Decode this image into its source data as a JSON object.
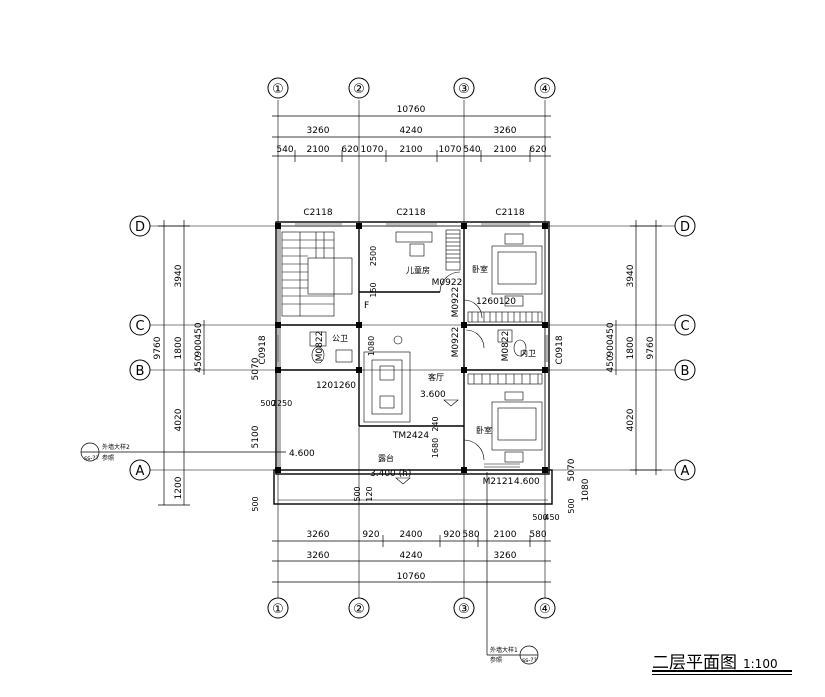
{
  "drawing": {
    "title": "二层平面图",
    "scale": "1:100"
  },
  "axes": {
    "columns": [
      "①",
      "②",
      "③",
      "④"
    ],
    "rows": [
      "D",
      "C",
      "B",
      "A"
    ]
  },
  "dimensions": {
    "top_total": "10760",
    "top_bays": [
      "3260",
      "4240",
      "3260"
    ],
    "top_openings": [
      "540",
      "2100",
      "620",
      "1070",
      "2100",
      "1070",
      "540",
      "2100",
      "620"
    ],
    "bottom_openings": [
      "3260",
      "920",
      "2400",
      "920",
      "580",
      "2100",
      "580"
    ],
    "bottom_bays": [
      "3260",
      "4240",
      "3260"
    ],
    "bottom_total": "10760",
    "left_outer": "9760",
    "left_bays": [
      "3940",
      "1800",
      "4020",
      "1200"
    ],
    "left_inner": [
      "450",
      "900",
      "450",
      "5070",
      "5100"
    ],
    "right_outer": "9760",
    "right_bays": [
      "3940",
      "1800",
      "4020"
    ],
    "right_inner": [
      "450",
      "900",
      "450",
      "5070",
      "1080"
    ],
    "misc": [
      "500",
      "2250",
      "500",
      "500",
      "120",
      "500",
      "450",
      "500",
      "2500",
      "150",
      "1080",
      "1680",
      "240"
    ]
  },
  "labels": {
    "windows": [
      "C2118",
      "C2118",
      "C2118",
      "C0918",
      "C0918",
      "TM2424",
      "M2121"
    ],
    "doors": [
      "M0922",
      "M0922",
      "M0922",
      "M0822",
      "M0822",
      "1260120",
      "1201260"
    ],
    "rooms": [
      "儿童房",
      "卧室",
      "公卫",
      "客厅",
      "内卫",
      "卧室",
      "露台"
    ],
    "elevations": [
      "3.600",
      "3.400 (h)",
      "4.600",
      "4.600"
    ],
    "stair_mark": "F",
    "detail_left": [
      "外墙大样2",
      "参照"
    ],
    "detail_bottom": [
      "外墙大样1",
      "参照"
    ],
    "detail_ref": "ss-??"
  }
}
